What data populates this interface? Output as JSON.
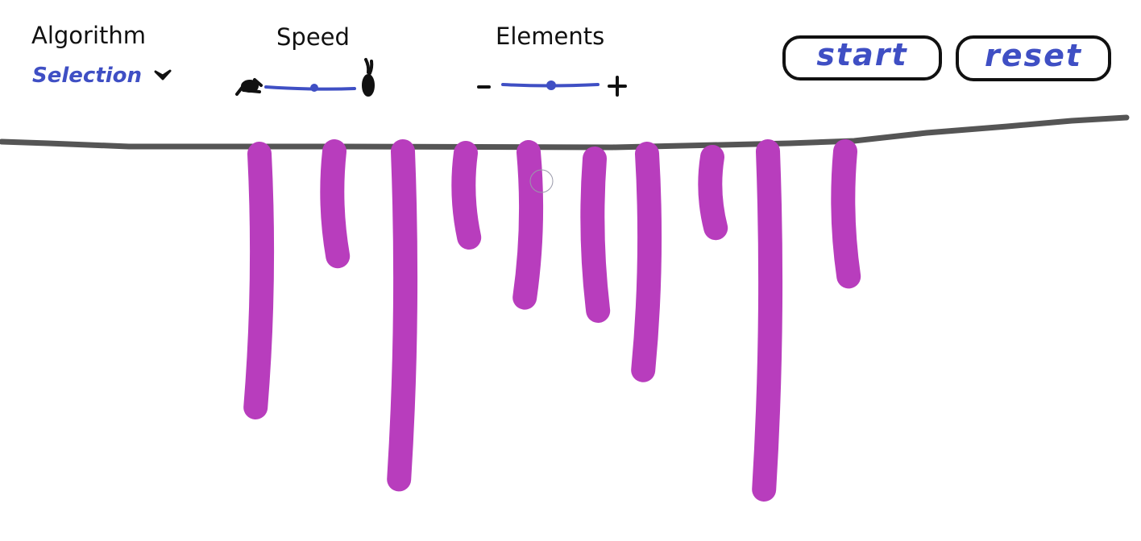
{
  "controls": {
    "algorithm": {
      "label": "Algorithm",
      "selected": "Selection",
      "dropdown_icon": "chevron-down-icon"
    },
    "speed": {
      "label": "Speed",
      "min_icon": "turtle-icon",
      "max_icon": "rabbit-icon",
      "value": 0.5
    },
    "elements": {
      "label": "Elements",
      "minus": "-",
      "plus": "+",
      "value": 0.5
    },
    "start_label": "start",
    "reset_label": "reset"
  },
  "colors": {
    "bar": "#b83dbd",
    "ink": "#3f4fc4",
    "baseline": "#555555"
  },
  "bars": {
    "count": 10,
    "relative_lengths": [
      0.75,
      0.31,
      0.97,
      0.25,
      0.43,
      0.45,
      0.64,
      0.21,
      1.0,
      0.37
    ]
  }
}
